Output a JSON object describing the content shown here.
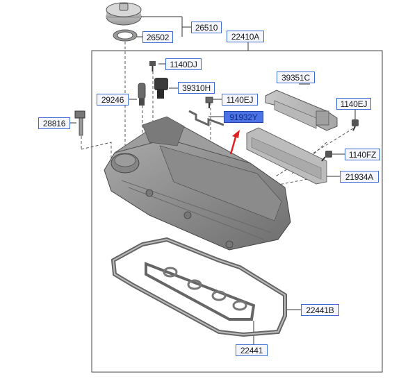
{
  "parts": {
    "p26510": "26510",
    "p26502": "26502",
    "p22410A": "22410A",
    "p1140DJ": "1140DJ",
    "p39351C": "39351C",
    "p29246": "29246",
    "p39310H": "39310H",
    "p1140EJ_mid": "1140EJ",
    "p1140EJ_right": "1140EJ",
    "p91932Y": "91932Y",
    "p28816": "28816",
    "p1140FZ": "1140FZ",
    "p21934A": "21934A",
    "p22441B": "22441B",
    "p22441": "22441"
  },
  "highlighted_part": "91932Y",
  "colors": {
    "label_border": "#3c6ad0",
    "label_bg": "#f4f6fb",
    "highlight_bg": "#4c73e6",
    "arrow": "#e02020",
    "part_gray": "#8e8e8e"
  }
}
